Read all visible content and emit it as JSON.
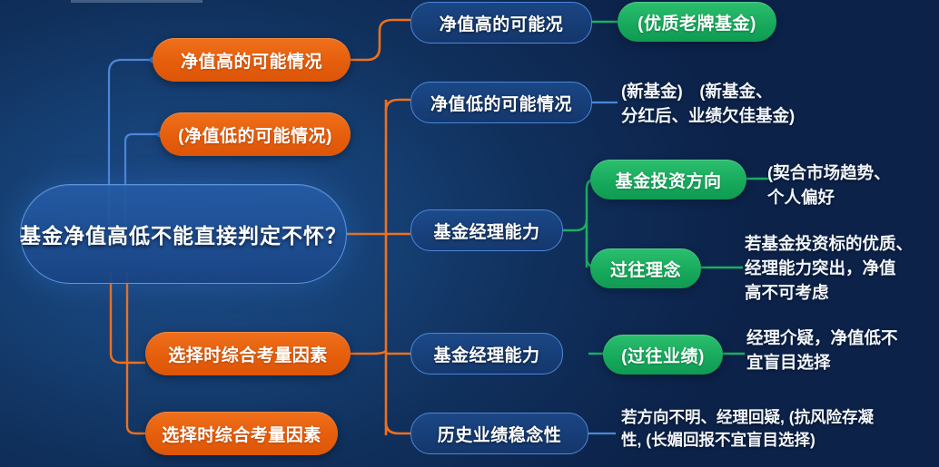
{
  "diagram": {
    "type": "mindmap",
    "title": "基金净值高低不能直接判定不怀？",
    "colors": {
      "background": "#123768",
      "root_fill": "#255CA6",
      "branch_orange": "#E55E0C",
      "branch_blue": "#1E4E92",
      "branch_green": "#17A85C",
      "text": "#FFFFFF",
      "link_orange": "#F0701A",
      "link_blue": "#4C86D8",
      "link_green": "#1DAE60"
    }
  },
  "root": {
    "label": "基金净值高低不能直接判定不怀？"
  },
  "level1": [
    {
      "id": "l1-1",
      "label": "净值高的可能情况",
      "color": "orange"
    },
    {
      "id": "l1-2",
      "label": "(净值低的可能情况)",
      "color": "orange"
    },
    {
      "id": "l1-3",
      "label": "选择时综合考量因素",
      "color": "orange"
    },
    {
      "id": "l1-4",
      "label": "选择时综合考量因素",
      "color": "orange"
    }
  ],
  "level2": [
    {
      "id": "l2-1",
      "label": "净值高的可能况",
      "color": "blue"
    },
    {
      "id": "l2-2",
      "label": "净值低的可能情况",
      "color": "blue"
    },
    {
      "id": "l2-3",
      "label": "基金经理能力",
      "color": "blue"
    },
    {
      "id": "l2-4",
      "label": "基金经理能力",
      "color": "blue"
    },
    {
      "id": "l2-5",
      "label": "历史业绩稳念性",
      "color": "blue"
    }
  ],
  "level3": [
    {
      "id": "l3-1",
      "label": "(优质老牌基金)",
      "color": "green"
    },
    {
      "id": "l3-2",
      "label": "基金投资方向",
      "color": "green"
    },
    {
      "id": "l3-3",
      "label": "过往理念",
      "color": "green"
    },
    {
      "id": "l3-4",
      "label": "(过往业绩)",
      "color": "green"
    }
  ],
  "leaf_texts": [
    {
      "id": "t1",
      "text": "(新基金)　(新基金、\n分红后、业绩欠佳基金)"
    },
    {
      "id": "t2",
      "text": "(契合市场趋势、\n个人偏好"
    },
    {
      "id": "t3",
      "text": "若基金投资标的优质、\n经理能力突出，净值\n高不可考虑"
    },
    {
      "id": "t4",
      "text": "经理介疑，净值低不\n宜盲目选择"
    },
    {
      "id": "t5",
      "text": "若方向不明、经理回疑, (抗风险存凝\n性, (长媚回报不宜盲目选择)"
    }
  ]
}
